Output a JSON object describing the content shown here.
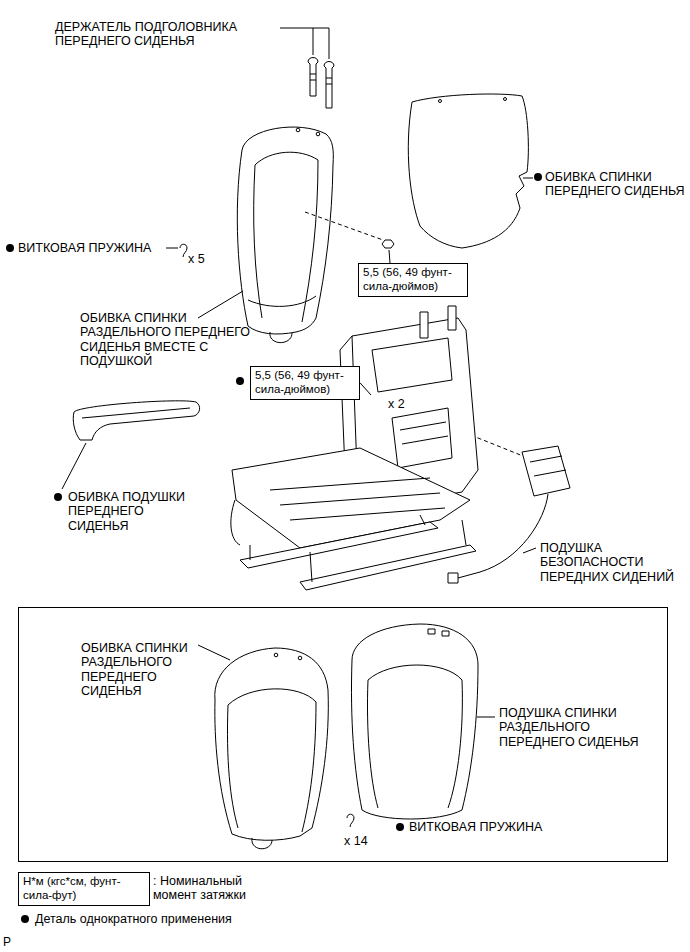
{
  "diagram": {
    "nodes": [
      {
        "text": [
          "5,5 (56, 49 фунт-сила-дюймов)"
        ]
      },
      {
        "text": [
          "5,5 (56, 49 фунт-сила-дюймов)"
        ]
      },
      {
        "text": [
          "ОБИВКА СПИНКИ РАЗДЕЛЬНОГО ПЕРЕДНЕГО СИДЕНЬЯ",
          "ПОДУШКА СПИНКИ РАЗДЕЛЬНОГО ПЕРЕДНЕГО СИДЕНЬЯ",
          "ВИТКОВАЯ ПРУЖИНА",
          "x 14"
        ]
      },
      {
        "text": [
          "Н*м (кгс*см, фунт-сила-фут)"
        ]
      }
    ],
    "edges": [],
    "labels": [
      "ДЕРЖАТЕЛЬ ПОДГОЛОВНИКА ПЕРЕДНЕГО СИДЕНЬЯ",
      "ОБИВКА СПИНКИ ПЕРЕДНЕГО СИДЕНЬЯ",
      "ВИТКОВАЯ ПРУЖИНА",
      "x 5",
      "ОБИВКА СПИНКИ РАЗДЕЛЬНОГО ПЕРЕДНЕГО СИДЕНЬЯ ВМЕСТЕ С ПОДУШКОЙ",
      "x 2",
      "ОБИВКА ПОДУШКИ ПЕРЕДНЕГО СИДЕНЬЯ",
      "ПОДУШКА БЕЗОПАСНОСТИ ПЕРЕДНИХ СИДЕНИЙ",
      "P"
    ],
    "legend": [
      {
        "text": ": Номинальный момент затяжки"
      },
      {
        "text": "Деталь однократного применения"
      }
    ]
  }
}
